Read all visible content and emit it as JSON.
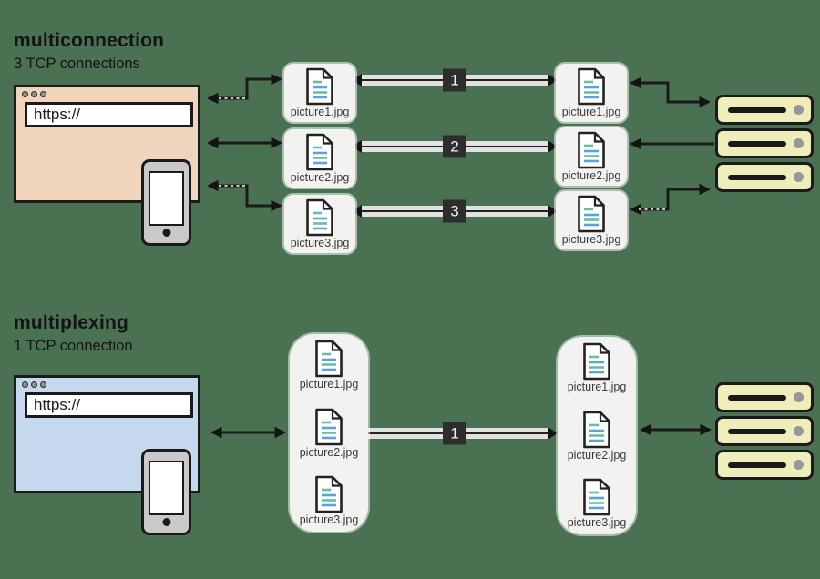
{
  "colors": {
    "background": "#4A7152",
    "stroke": "#1A1A1A",
    "browser_multiconnection_fill": "#F0D5BC",
    "browser_multiplexing_fill": "#C6D8EE",
    "server_fill": "#EFEDBB",
    "band_fill": "#E1E1E1",
    "connection_tag_fill": "#2D2D2D",
    "connection_tag_text": "#F2F2F2",
    "file_box_fill": "#F2F2F0",
    "phone_fill": "#C9C9C9",
    "doc_line_teal": "#69BCA5",
    "doc_line_blue": "#5AA4D8",
    "label_text": "#3A3A3A",
    "server_led": "#979797"
  },
  "multiconnection": {
    "title": "multiconnection",
    "subtitle": "3 TCP connections",
    "browser_url": "https://",
    "client_files": [
      "picture1.jpg",
      "picture2.jpg",
      "picture3.jpg"
    ],
    "server_files": [
      "picture1.jpg",
      "picture2.jpg",
      "picture3.jpg"
    ],
    "connections": [
      "1",
      "2",
      "3"
    ]
  },
  "multiplexing": {
    "title": "multiplexing",
    "subtitle": "1 TCP connection",
    "browser_url": "https://",
    "client_files": [
      "picture1.jpg",
      "picture2.jpg",
      "picture3.jpg"
    ],
    "server_files": [
      "picture1.jpg",
      "picture2.jpg",
      "picture3.jpg"
    ],
    "connections": [
      "1"
    ]
  }
}
